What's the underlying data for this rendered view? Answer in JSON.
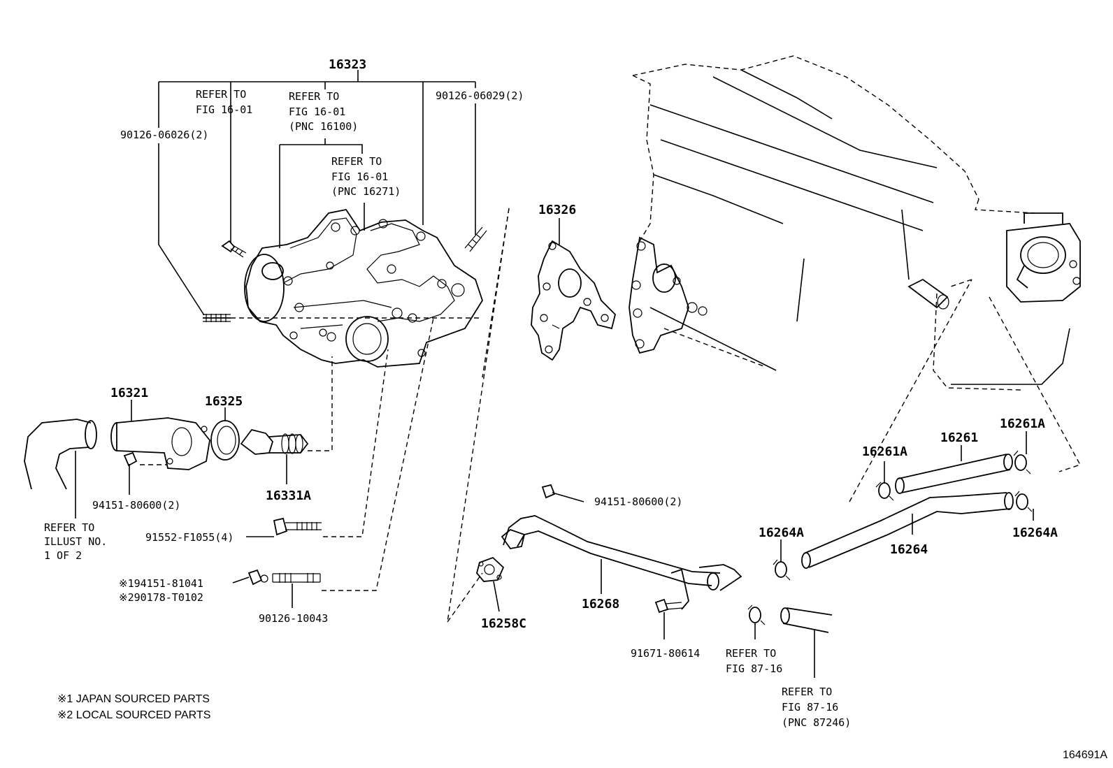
{
  "callouts": {
    "c16323": "16323",
    "c16326": "16326",
    "c16321": "16321",
    "c16325": "16325",
    "c16331A": "16331A",
    "c16258C": "16258C",
    "c16268": "16268",
    "c16261": "16261",
    "c16261A_left": "16261A",
    "c16261A_right": "16261A",
    "c16264": "16264",
    "c16264A_left": "16264A",
    "c16264A_right": "16264A"
  },
  "part_labels": {
    "bolt_90126_06026": "90126-06026(2)",
    "bolt_90126_06029": "90126-06029(2)",
    "nut_94151_80600_a": "94151-80600(2)",
    "nut_94151_80600_b": "94151-80600(2)",
    "bolt_91552": "91552-F1055(4)",
    "part_194151": "※194151-81041",
    "part_290178": "※290178-T0102",
    "stud_90126_10043": "90126-10043",
    "bolt_91671": "91671-80614"
  },
  "refer_notes": {
    "refer_a": [
      "REFER TO",
      "FIG 16-01"
    ],
    "refer_b": [
      "REFER TO",
      "FIG 16-01",
      "(PNC 16100)"
    ],
    "refer_c": [
      "REFER TO",
      "FIG 16-01",
      "(PNC 16271)"
    ],
    "refer_d": [
      "REFER TO",
      "ILLUST NO.",
      "1 OF 2"
    ],
    "refer_e": [
      "REFER TO",
      "FIG 87-16"
    ],
    "refer_f": [
      "REFER TO",
      "FIG 87-16",
      "(PNC 87246)"
    ]
  },
  "legend": {
    "line1": "※1 JAPAN SOURCED PARTS",
    "line2": "※2 LOCAL SOURCED PARTS"
  },
  "figure_id": "164691A"
}
